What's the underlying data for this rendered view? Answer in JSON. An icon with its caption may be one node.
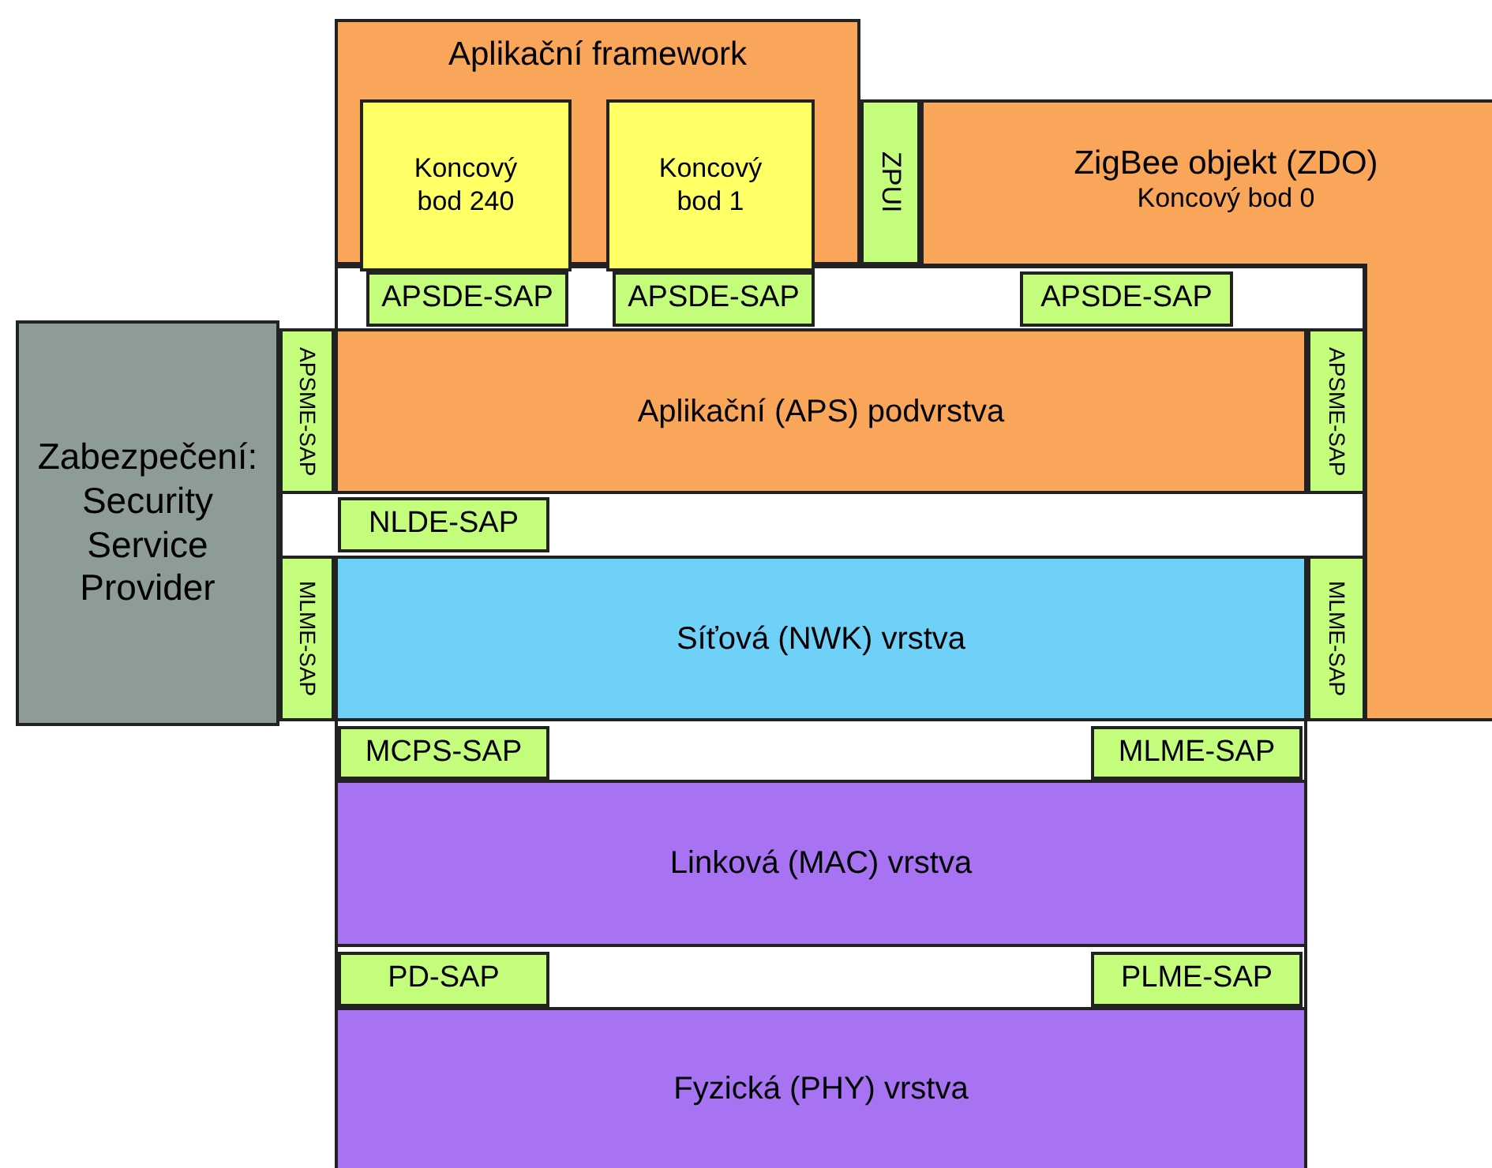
{
  "diagram": {
    "nodes": [
      {
        "text": [
          "Aplikační framework"
        ]
      },
      {
        "text": [
          "Koncový bod 240"
        ],
        "in": 0
      },
      {
        "text": [
          "Koncový bod 1"
        ],
        "in": 0
      },
      {
        "text": [
          "ZPUI"
        ]
      },
      {
        "text": [
          "ZigBee objekt (ZDO)",
          "Koncový bod 0"
        ]
      },
      {
        "text": [
          "APSDE-SAP"
        ]
      },
      {
        "text": [
          "APSDE-SAP"
        ]
      },
      {
        "text": [
          "APSDE-SAP"
        ]
      },
      {
        "text": [
          "Zabezpečení: Security Service Provider"
        ]
      },
      {
        "text": [
          "APSME-SAP"
        ]
      },
      {
        "text": [
          "Aplikační (APS) podvrstva"
        ]
      },
      {
        "text": [
          "APSME-SAP"
        ]
      },
      {
        "text": [
          "NLDE-SAP"
        ]
      },
      {
        "text": [
          "MLME-SAP"
        ]
      },
      {
        "text": [
          "Síťová (NWK) vrstva"
        ]
      },
      {
        "text": [
          "MLME-SAP"
        ]
      },
      {
        "text": [
          "MCPS-SAP"
        ]
      },
      {
        "text": [
          "MLME-SAP"
        ]
      },
      {
        "text": [
          "Linková (MAC) vrstva"
        ]
      },
      {
        "text": [
          "PD-SAP"
        ]
      },
      {
        "text": [
          "PLME-SAP"
        ]
      },
      {
        "text": [
          "Fyzická (PHY) vrstva"
        ]
      }
    ]
  }
}
